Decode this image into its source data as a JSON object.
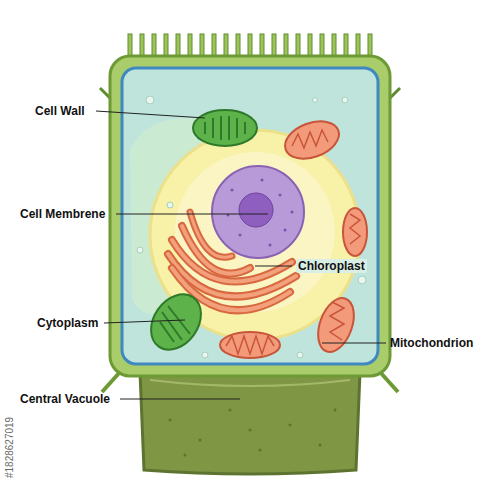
{
  "diagram": {
    "labels": [
      "Cell Wall",
      "Cell Membrene",
      "Chloroplast",
      "Cytoplasm",
      "Mitochondrion",
      "Central Vacuole",
      "#1828627019"
    ]
  }
}
